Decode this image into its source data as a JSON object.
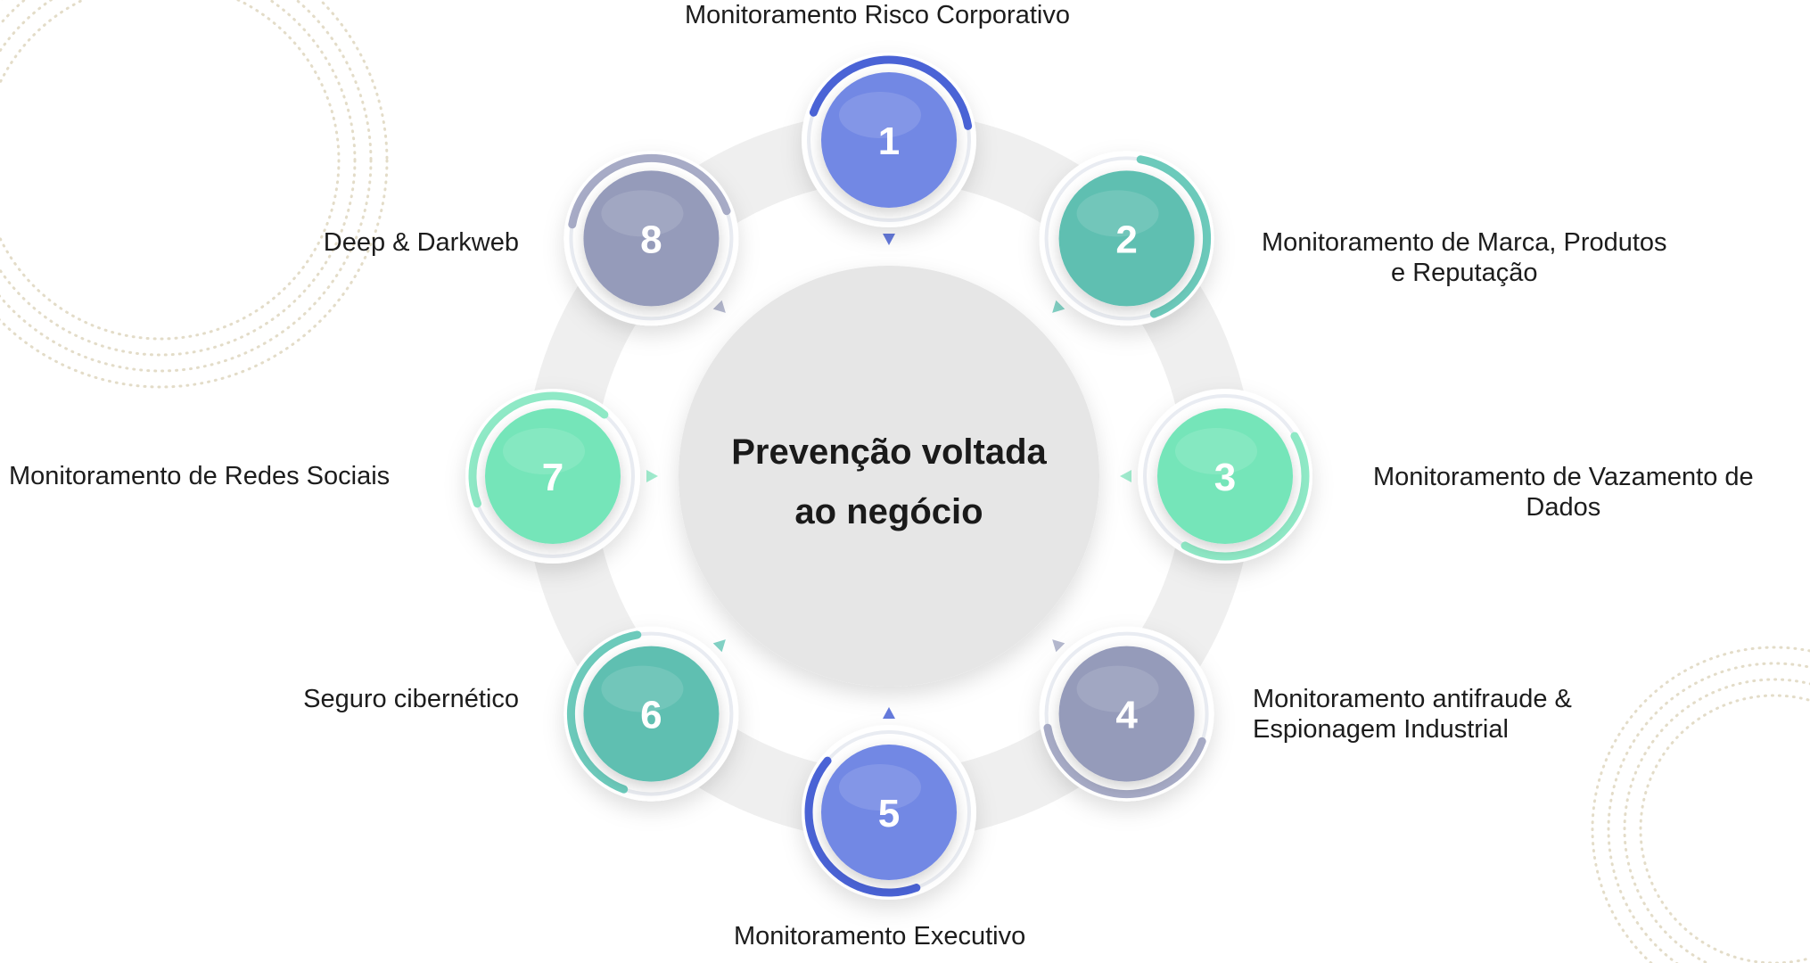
{
  "center": {
    "line1": "Prevenção voltada",
    "line2": "ao negócio"
  },
  "nodes": [
    {
      "number": "1",
      "lines": [
        "Monitoramento Risco Corporativo"
      ],
      "color": "#7288e4",
      "ring_color": "#4a63d6"
    },
    {
      "number": "2",
      "lines": [
        "Monitoramento de Marca, Produtos",
        "e Reputação"
      ],
      "color": "#5fbfb1",
      "ring_color": "#6ccabb"
    },
    {
      "number": "3",
      "lines": [
        "Monitoramento de Vazamento de",
        "Dados"
      ],
      "color": "#74e5b9",
      "ring_color": "#8fe9c6"
    },
    {
      "number": "4",
      "lines": [
        "Monitoramento antifraude &",
        "Espionagem Industrial"
      ],
      "color": "#959bba",
      "ring_color": "#a7abc6"
    },
    {
      "number": "5",
      "lines": [
        "Monitoramento Executivo"
      ],
      "color": "#7288e4",
      "ring_color": "#4a63d6"
    },
    {
      "number": "6",
      "lines": [
        "Seguro cibernético"
      ],
      "color": "#5fbfb1",
      "ring_color": "#6ccabb"
    },
    {
      "number": "7",
      "lines": [
        "Monitoramento de Redes Sociais"
      ],
      "color": "#74e5b9",
      "ring_color": "#8fe9c6"
    },
    {
      "number": "8",
      "lines": [
        "Deep & Darkweb"
      ],
      "color": "#959bba",
      "ring_color": "#a7abc6"
    }
  ],
  "colors": {
    "center_fill": "#e6e6e6",
    "connector": "#ececec",
    "text": "#1c1c1c"
  }
}
